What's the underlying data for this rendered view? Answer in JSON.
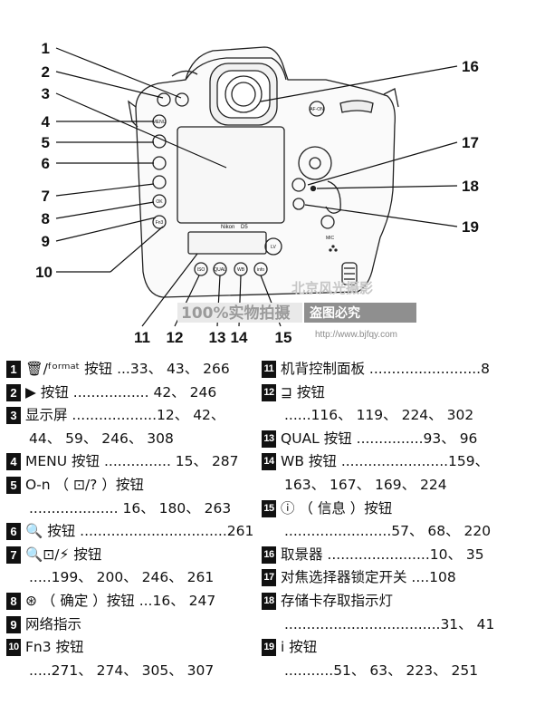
{
  "callouts_left": [
    "1",
    "2",
    "3",
    "4",
    "5",
    "6",
    "7",
    "8",
    "9",
    "10"
  ],
  "callouts_right": [
    "16",
    "17",
    "18",
    "19"
  ],
  "callouts_bottom": [
    "11",
    "12",
    "13",
    "14",
    "15"
  ],
  "camera": {
    "brand": "Nikon",
    "model": "D5",
    "buttons": {
      "menu": "MENU",
      "ok": "OK",
      "fn3": "Fn3",
      "iso": "ISO",
      "qual": "QUAL",
      "wb": "WB",
      "info": "info",
      "afon": "AF-ON",
      "lv": "LV",
      "mic": "MIC"
    }
  },
  "watermark": {
    "line1": "北京风光摄影",
    "badge_left": "100%实物拍摄",
    "badge_right": "盗图必究",
    "url": "http://www.bjfqy.com"
  },
  "colors": {
    "badge": "#111111",
    "ink": "#111111",
    "watermark_gray": "#9a9a9a"
  },
  "legend_left": [
    {
      "num": "1",
      "lines": [
        "🗑/ᶠᵒʳᵐᵃᵗ 按钮 ...33、 43、 266"
      ]
    },
    {
      "num": "2",
      "lines": [
        "▶ 按钮 ................. 42、 246"
      ]
    },
    {
      "num": "3",
      "lines": [
        "显示屏 ...................12、 42、",
        "44、 59、 246、 308"
      ]
    },
    {
      "num": "4",
      "lines": [
        "MENU 按钮 ............... 15、 287"
      ]
    },
    {
      "num": "5",
      "lines": [
        "O‑n （ ⊡/? ）按钮",
        ".................... 16、 180、 263"
      ]
    },
    {
      "num": "6",
      "lines": [
        "🔍 按钮 .................................261"
      ]
    },
    {
      "num": "7",
      "lines": [
        "🔍⊡/⚡ 按钮",
        ".....199、 200、 246、 261"
      ]
    },
    {
      "num": "8",
      "lines": [
        "⊛ （ 确定 ）按钮 ...16、 247"
      ]
    },
    {
      "num": "9",
      "lines": [
        "网络指示"
      ]
    },
    {
      "num": "10",
      "lines": [
        "Fn3 按钮",
        ".....271、 274、 305、 307"
      ]
    }
  ],
  "legend_right": [
    {
      "num": "11",
      "lines": [
        "机背控制面板 .........................8"
      ]
    },
    {
      "num": "12",
      "lines": [
        "⊒ 按钮",
        "......116、 119、 224、 302"
      ]
    },
    {
      "num": "13",
      "lines": [
        "QUAL 按钮 ...............93、 96"
      ]
    },
    {
      "num": "14",
      "lines": [
        "WB 按钮 ........................159、",
        "163、 167、 169、 224"
      ]
    },
    {
      "num": "15",
      "lines": [
        "ⓘ （ 信息 ）按钮",
        "........................57、 68、 220"
      ]
    },
    {
      "num": "16",
      "lines": [
        "取景器 .......................10、 35"
      ]
    },
    {
      "num": "17",
      "lines": [
        "对焦选择器锁定开关 ....108"
      ]
    },
    {
      "num": "18",
      "lines": [
        "存储卡存取指示灯",
        "...................................31、 41"
      ]
    },
    {
      "num": "19",
      "lines": [
        "i 按钮",
        "...........51、 63、 223、 251"
      ]
    }
  ]
}
